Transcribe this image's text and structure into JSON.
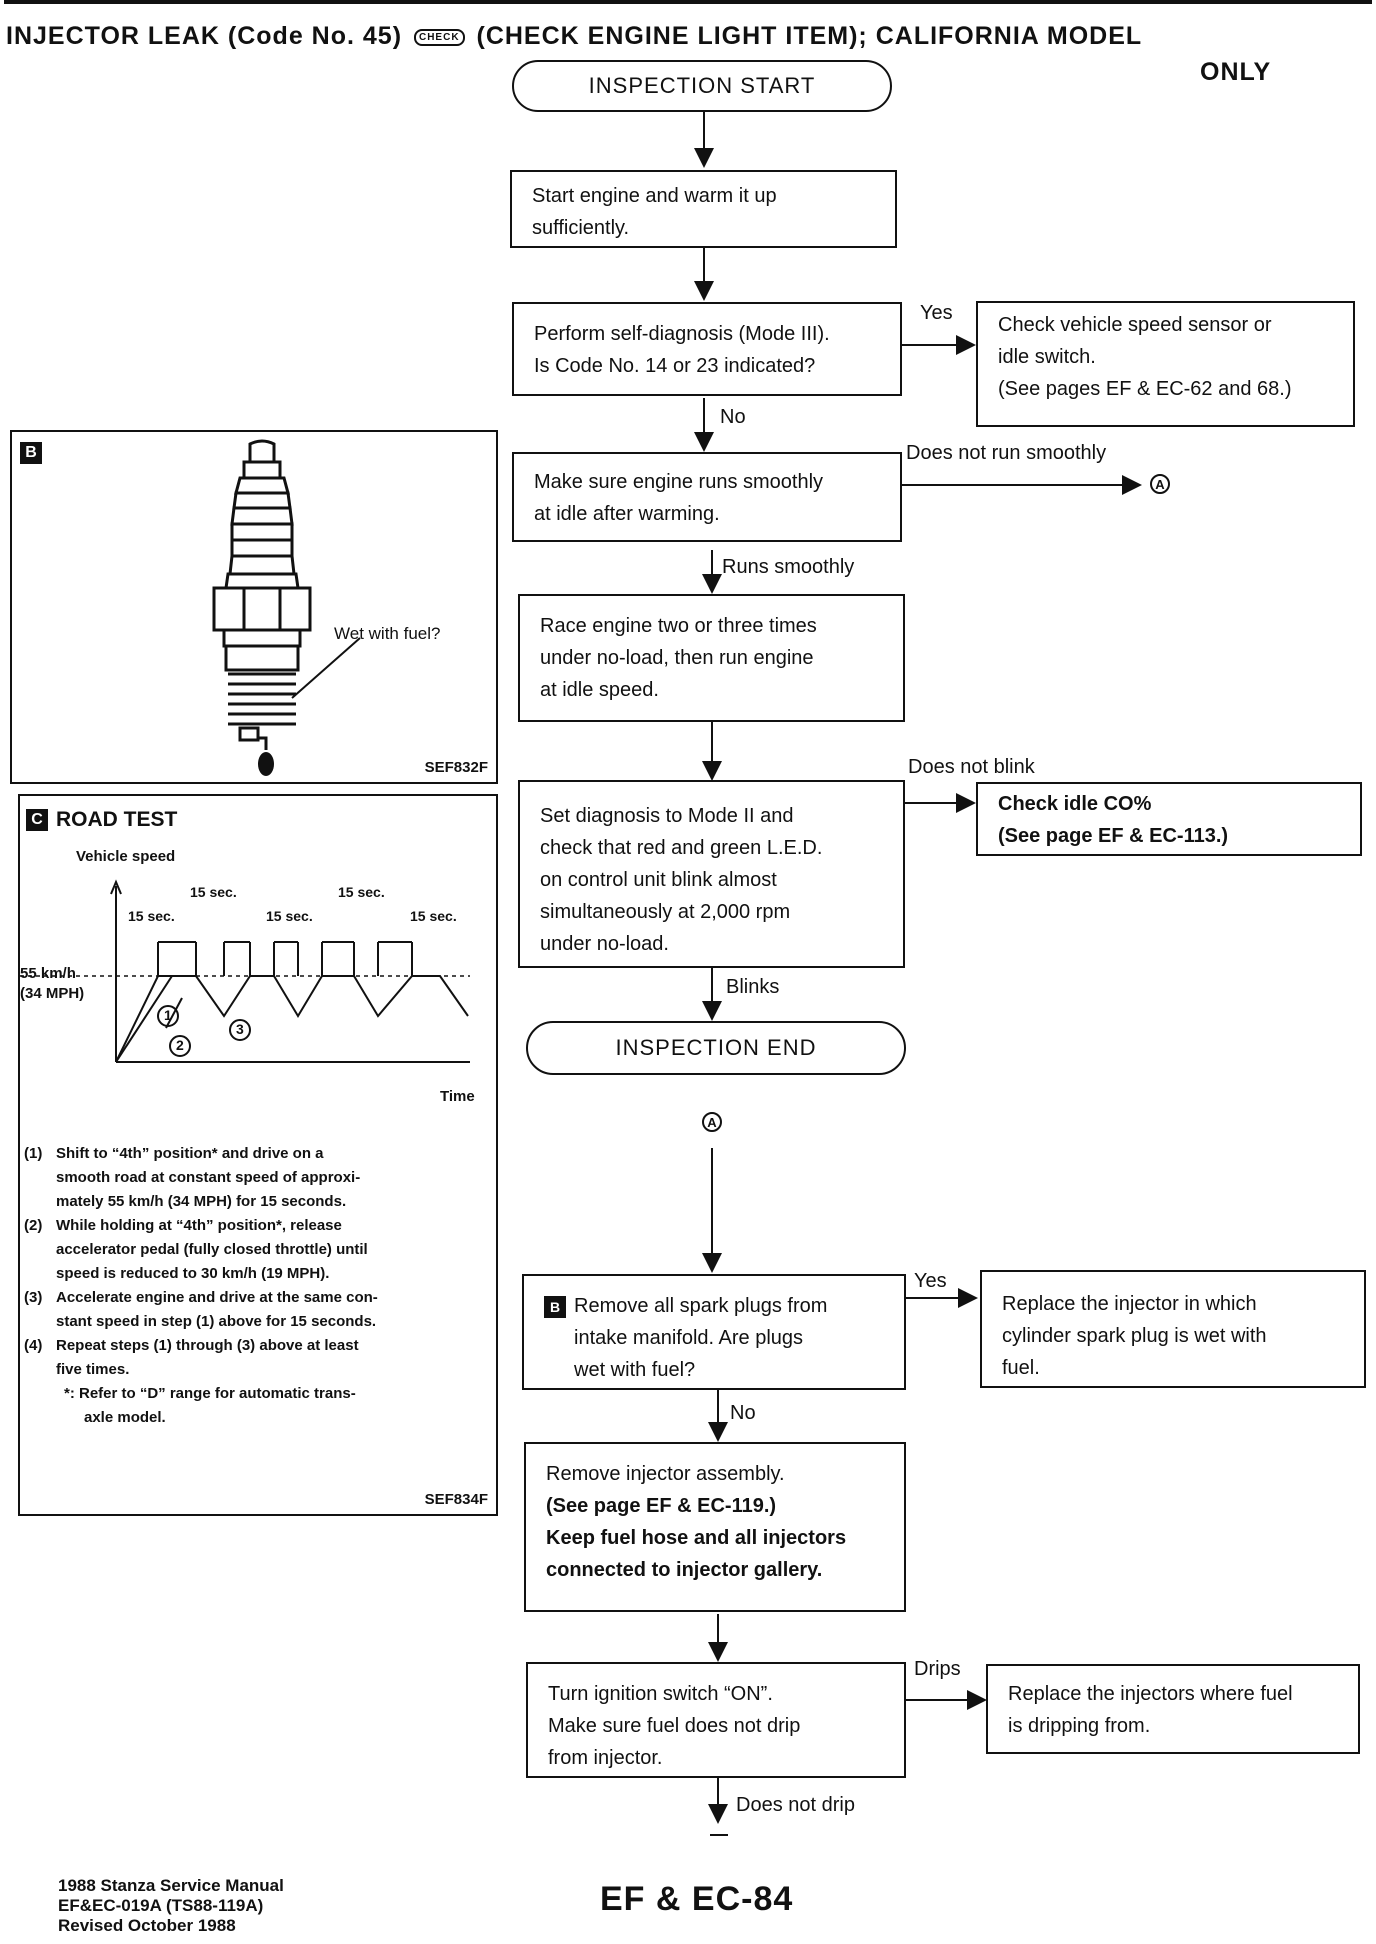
{
  "header": {
    "title_a": "INJECTOR LEAK (Code No. 45)",
    "title_b": "(CHECK ENGINE LIGHT ITEM); CALIFORNIA MODEL",
    "title_c": "ONLY",
    "check_icon_text": "CHECK"
  },
  "flow": {
    "start": "INSPECTION START",
    "step1": [
      "Start engine and warm it up",
      "sufficiently."
    ],
    "step2": [
      "Perform self-diagnosis (Mode III).",
      "Is Code No. 14 or 23 indicated?"
    ],
    "yes1": "Yes",
    "step2_yes": [
      "Check vehicle speed sensor or",
      "idle switch.",
      "(See pages EF & EC-62 and 68.)"
    ],
    "no1": "No",
    "step3": [
      "Make sure engine runs smoothly",
      "at idle after warming."
    ],
    "not_smooth": "Does not run smoothly",
    "connector_a": "A",
    "runs_smoothly": "Runs smoothly",
    "step4": [
      "Race engine two or three times",
      "under no-load, then run engine",
      "at idle speed."
    ],
    "step5": [
      "Set diagnosis to Mode II and",
      "check that red and green L.E.D.",
      "on control unit blink almost",
      "simultaneously at 2,000 rpm",
      "under no-load."
    ],
    "not_blink": "Does not blink",
    "step5_no": [
      "Check idle CO%",
      "(See page EF & EC-113.)"
    ],
    "blinks": "Blinks",
    "end": "INSPECTION END",
    "step6_tag": "B",
    "step6": [
      "Remove all spark plugs from",
      "intake manifold. Are plugs",
      "wet with fuel?"
    ],
    "yes2": "Yes",
    "step6_yes": [
      "Replace the injector in which",
      "cylinder spark plug is wet with",
      "fuel."
    ],
    "no2": "No",
    "step7": [
      "Remove injector assembly.",
      "(See page EF & EC-119.)",
      "Keep fuel hose and all injectors",
      "connected to injector gallery."
    ],
    "step8": [
      "Turn ignition switch “ON”.",
      "Make sure fuel does not drip",
      "from injector."
    ],
    "drips": "Drips",
    "step8_yes": [
      "Replace the injectors where fuel",
      "is dripping from."
    ],
    "no_drip": "Does not drip"
  },
  "panel_b": {
    "tag": "B",
    "callout": "Wet with fuel?",
    "code": "SEF832F"
  },
  "panel_c": {
    "tag": "C",
    "title": "ROAD TEST",
    "ylabel": "Vehicle speed",
    "xlabel": "Time",
    "speed_label": [
      "55 km/h",
      "(34 MPH)"
    ],
    "interval": "15 sec.",
    "markers": [
      "1",
      "2",
      "3"
    ],
    "notes": [
      {
        "num": "1",
        "lines": [
          "Shift to “4th” position* and drive on a",
          "smooth road at constant speed of approxi-",
          "mately 55 km/h (34 MPH) for 15 seconds."
        ]
      },
      {
        "num": "2",
        "lines": [
          "While holding at “4th” position*, release",
          "accelerator pedal (fully closed throttle) until",
          "speed is reduced to 30 km/h (19 MPH)."
        ]
      },
      {
        "num": "3",
        "lines": [
          "Accelerate engine and drive at the same con-",
          "stant speed in step (1) above for 15 seconds."
        ]
      },
      {
        "num": "4",
        "lines": [
          "Repeat steps (1) through (3) above at least",
          "five times."
        ]
      }
    ],
    "footnote": [
      "*: Refer to “D” range for automatic trans-",
      "axle model."
    ],
    "code": "SEF834F"
  },
  "footer": {
    "lines": [
      "1988 Stanza Service Manual",
      "EF&EC-019A (TS88-119A)",
      "Revised October 1988"
    ],
    "page": "EF & EC-84"
  }
}
